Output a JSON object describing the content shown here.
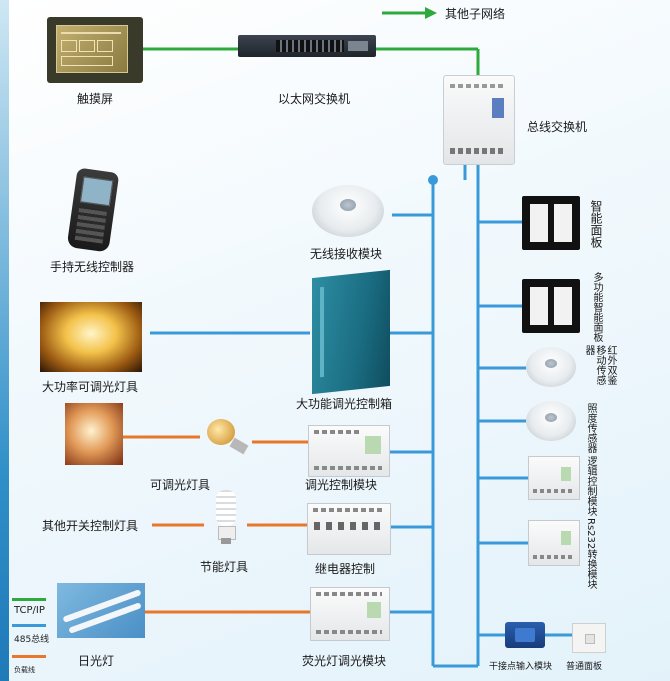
{
  "labels": {
    "other_subnet": "其他子网络",
    "touch_screen": "触摸屏",
    "ethernet_switch": "以太网交换机",
    "bus_switch": "总线交换机",
    "handheld_controller": "手持无线控制器",
    "wireless_receiver": "无线接收模块",
    "high_power_fixture": "大功率可调光灯具",
    "high_power_dimmer_box": "大功能调光控制箱",
    "dimmable_fixture": "可调光灯具",
    "dimmer_module": "调光控制模块",
    "other_switch_fixture": "其他开关控制灯具",
    "energy_saving_lamp": "节能灯具",
    "relay_control": "继电器控制",
    "fluorescent": "日光灯",
    "fluorescent_dimmer": "荧光灯调光模块",
    "smart_panel": "智能面板",
    "multi_smart_panel": "多功能智能面板",
    "ir_sensor": "红外双鉴移动传感器",
    "illum_sensor": "照度传感器",
    "logic_module": "逻辑控制模块",
    "rs232_module": "Rs232转换模块",
    "dry_contact": "干接点输入模块",
    "normal_panel": "普通面板"
  },
  "legend": {
    "tcpip": "TCP/IP",
    "bus485": "485总线",
    "load": "负载线"
  },
  "colors": {
    "tcpip": "#2eaa3c",
    "bus485": "#3a9ad9",
    "load": "#e8762b"
  }
}
